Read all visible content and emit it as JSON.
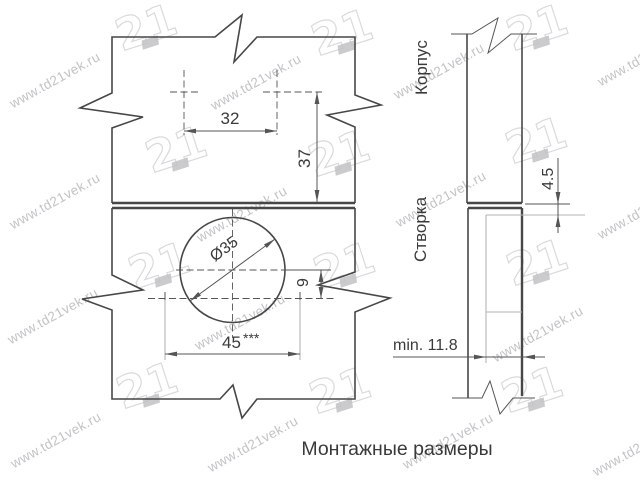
{
  "watermark": {
    "text": "www.td21vek.ru",
    "logo_text": "21"
  },
  "caption": {
    "text": "Монтажные размеры"
  },
  "front_view": {
    "dims": {
      "hole_spacing": "32",
      "edge_distance": "37",
      "cup_diameter": "Ø35",
      "cup_offset": "9",
      "screw_spacing": "45",
      "screw_spacing_note": "***"
    }
  },
  "side_view": {
    "labels": {
      "cabinet": "Корпус",
      "door": "Створка"
    },
    "dims": {
      "cup_edge_gap": "4.5",
      "min_depth": "min. 11.8"
    }
  },
  "colors": {
    "line": "#474747",
    "dim": "#555555",
    "light_line": "#b3b3b3",
    "watermark": "#c3c3c6",
    "text": "#3a3a3a"
  }
}
